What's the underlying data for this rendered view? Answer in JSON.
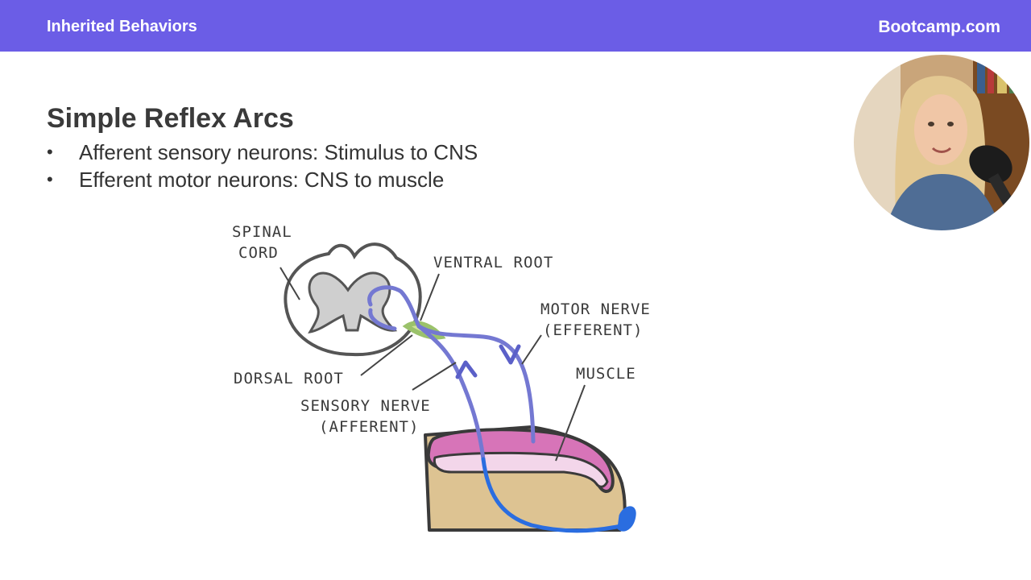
{
  "header": {
    "title": "Inherited Behaviors",
    "brand": "Bootcamp.com"
  },
  "slide": {
    "title": "Simple Reflex Arcs",
    "bullets": [
      "Afferent sensory neurons: Stimulus to CNS",
      "Efferent motor neurons: CNS to muscle"
    ]
  },
  "diagram": {
    "labels": {
      "spinal_cord_1": "SPINAL",
      "spinal_cord_2": "CORD",
      "ventral_root": "VENTRAL ROOT",
      "motor_nerve_1": "MOTOR NERVE",
      "motor_nerve_2": "(EFFERENT)",
      "muscle": "MUSCLE",
      "dorsal_root": "DORSAL ROOT",
      "sensory_nerve_1": "SENSORY NERVE",
      "sensory_nerve_2": "(AFFERENT)"
    },
    "colors": {
      "nerve": "#7478d2",
      "sensory_end": "#2a6de0",
      "root_junction": "#cfe39a",
      "muscle": "#d774b8",
      "muscle_inner": "#f3d6ea",
      "skin": "#ddc392",
      "grey_matter": "#cfcfcf"
    }
  },
  "webcam": {
    "bullet_glyph": "•"
  }
}
